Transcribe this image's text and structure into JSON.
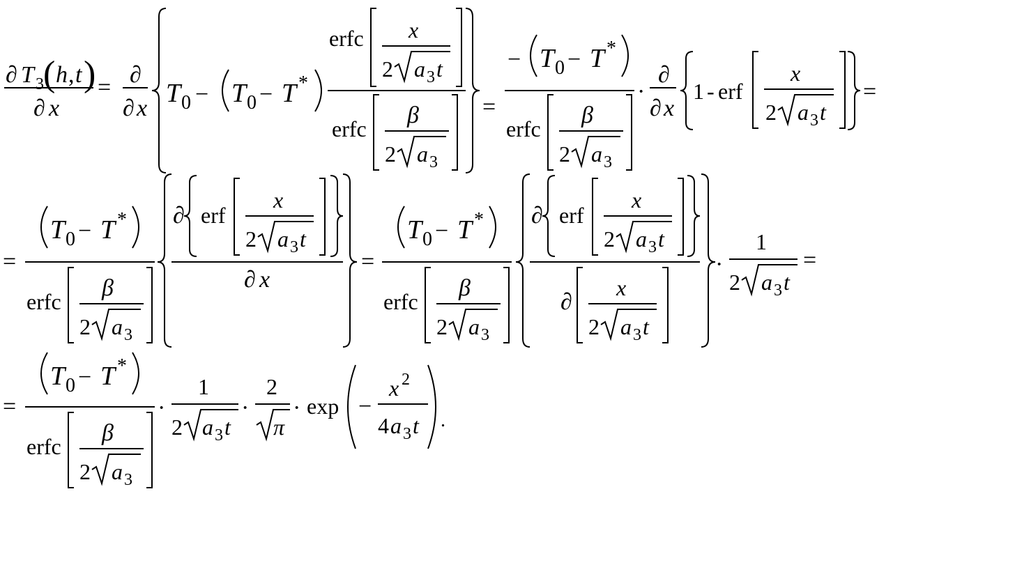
{
  "symbols": {
    "partial": "∂",
    "T": "T",
    "x": "x",
    "a": "a",
    "t": "t",
    "h": "h",
    "beta": "β",
    "pi": "π",
    "comma": ",",
    "period": "."
  },
  "numbers": {
    "zero": "0",
    "one": "1",
    "two": "2",
    "three": "3",
    "four": "4",
    "star": "*"
  },
  "operators": {
    "eq": "=",
    "minus": "−",
    "hyphen_minus": "-",
    "dot": "·",
    "lparen": "(",
    "rparen": ")"
  },
  "functions": {
    "erfc": "erfc",
    "erf": "erf",
    "exp": "exp"
  }
}
